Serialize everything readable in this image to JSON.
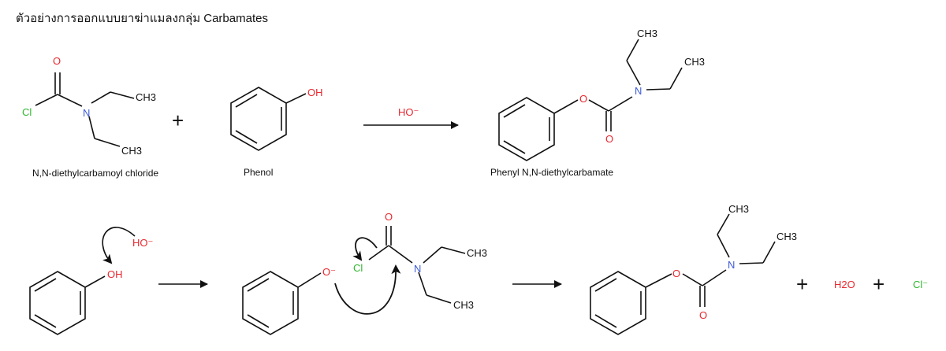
{
  "title": "ตัวอย่างการออกแบบยาฆ่าแมลงกลุ่ม Carbamates",
  "colors": {
    "oxygen": "#e8282f",
    "nitrogen": "#3c5ad6",
    "chlorine": "#2db82d",
    "bond": "#111111"
  },
  "reaction": {
    "reactant1": {
      "name": "N,N-diethylcarbamoyl chloride",
      "O": "O",
      "Cl": "Cl",
      "N": "N",
      "CH3_a": "CH3",
      "CH3_b": "CH3"
    },
    "plus": "+",
    "reactant2": {
      "name": "Phenol",
      "OH": "OH"
    },
    "catalyst": "HO⁻",
    "product": {
      "name": "Phenyl N,N-diethylcarbamate",
      "O_ring": "O",
      "O_carbonyl": "O",
      "N": "N",
      "CH3_a": "CH3",
      "CH3_b": "CH3"
    }
  },
  "mechanism": {
    "phenol_OH": "OH",
    "hydroxide": "HO⁻",
    "phenoxide_O": "O⁻",
    "inter_O": "O",
    "inter_Cl": "Cl",
    "inter_N": "N",
    "inter_CH3_a": "CH3",
    "inter_CH3_b": "CH3",
    "product_O_ring": "O",
    "product_O_carbonyl": "O",
    "product_N": "N",
    "product_CH3_a": "CH3",
    "product_CH3_b": "CH3",
    "plus1": "+",
    "water": "H2O",
    "plus2": "+",
    "chloride": "Cl⁻"
  }
}
